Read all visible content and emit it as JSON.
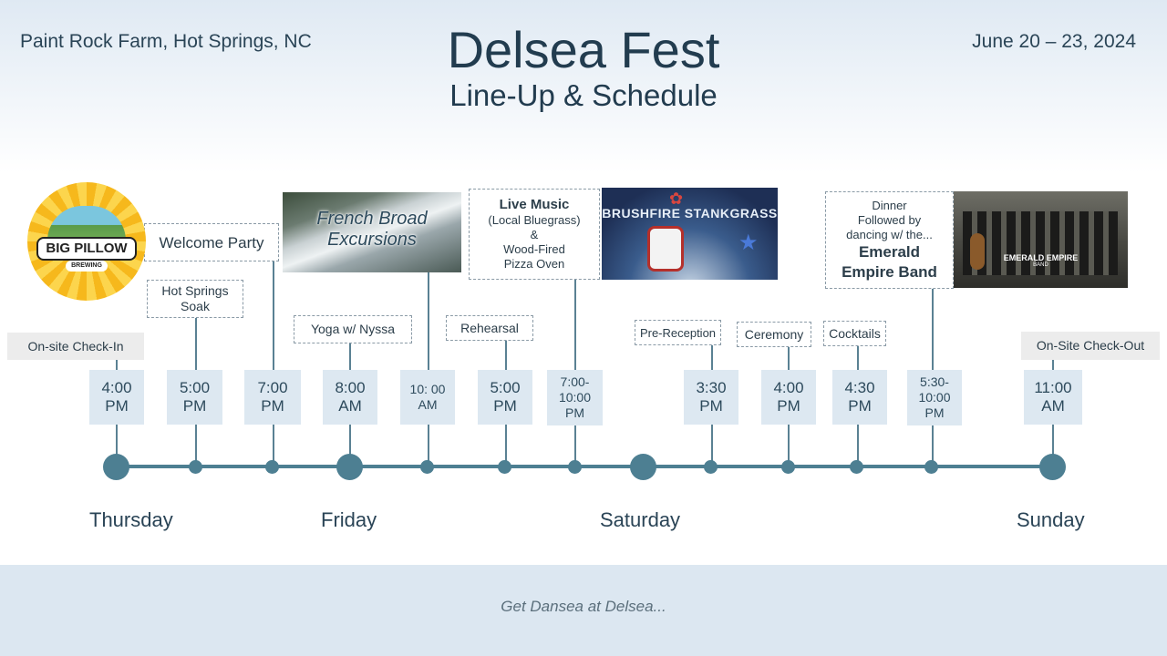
{
  "header": {
    "location": "Paint Rock Farm, Hot Springs, NC",
    "title": "Delsea Fest",
    "subtitle": "Line-Up & Schedule",
    "dates": "June 20 – 23, 2024"
  },
  "times": {
    "t1": [
      "4:00",
      "PM"
    ],
    "t2": [
      "5:00",
      "PM"
    ],
    "t3": [
      "7:00",
      "PM"
    ],
    "t4": [
      "8:00",
      "AM"
    ],
    "t5": [
      "10: 00",
      "AM"
    ],
    "t6": [
      "5:00",
      "PM"
    ],
    "t7": [
      "7:00-",
      "10:00",
      "PM"
    ],
    "t8": [
      "3:30",
      "PM"
    ],
    "t9": [
      "4:00",
      "PM"
    ],
    "t10": [
      "4:30",
      "PM"
    ],
    "t11": [
      "5:30-",
      "10:00",
      "PM"
    ],
    "t12": [
      "11:00",
      "AM"
    ]
  },
  "events": {
    "checkin": "On-site Check-In",
    "welcome": "Welcome Party",
    "soak": [
      "Hot Springs",
      "Soak"
    ],
    "french_broad": [
      "French Broad",
      "Excursions"
    ],
    "yoga": "Yoga w/ Nyssa",
    "rehearsal": "Rehearsal",
    "live_music": {
      "title": "Live Music",
      "lines": [
        "(Local Bluegrass)",
        "&",
        "Wood-Fired",
        "Pizza Oven"
      ]
    },
    "band1": "BRUSHFIRE STANKGRASS",
    "prereception": "Pre-Reception",
    "ceremony": "Ceremony",
    "cocktails": "Cocktails",
    "dinner": {
      "lines": [
        "Dinner",
        "Followed by",
        "dancing w/ the..."
      ],
      "band_lines": [
        "Emerald",
        "Empire Band"
      ]
    },
    "band2": [
      "EMERALD EMPIRE",
      "BAND"
    ],
    "checkout": "On-Site Check-Out"
  },
  "logo": {
    "main": "BIG PILLOW",
    "sub": "BREWING"
  },
  "days": {
    "thu": "Thursday",
    "fri": "Friday",
    "sat": "Saturday",
    "sun": "Sunday"
  },
  "footer": {
    "tagline": "Get Dansea at Delsea..."
  },
  "colors": {
    "timeline": "#4d7f92",
    "time_box": "#dde8f1",
    "footer": "#dce7f1",
    "title": "#223c4f"
  }
}
